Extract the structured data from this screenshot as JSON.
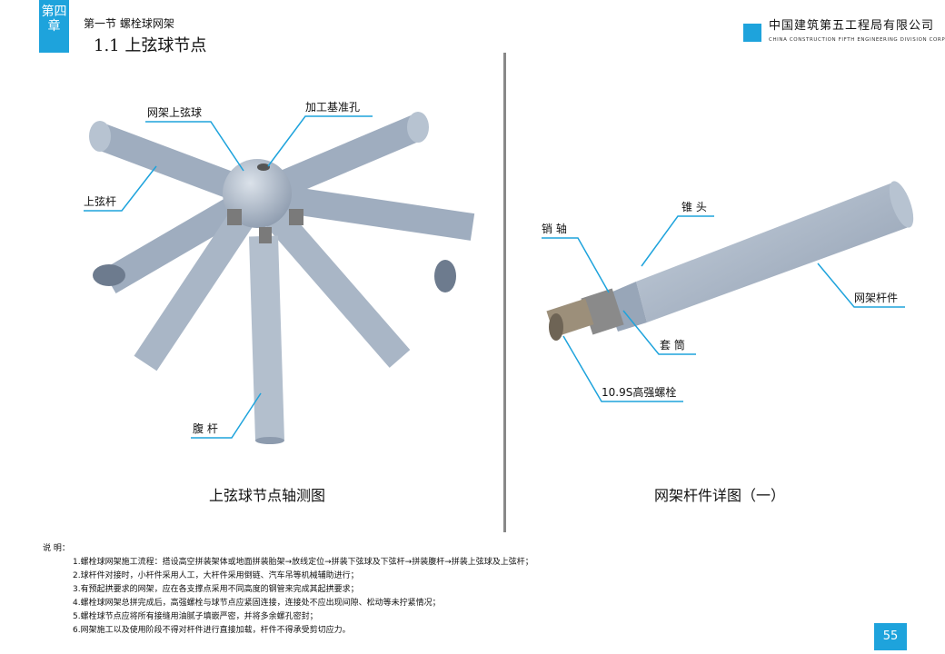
{
  "header": {
    "chapter": "第四章",
    "section": "第一节 螺栓球网架",
    "title": "1.1 上弦球节点",
    "company": "中国建筑第五工程局有限公司",
    "company_en": "CHINA CONSTRUCTION FIFTH ENGINEERING DIVISION CORP.,LTD"
  },
  "left": {
    "labels": {
      "ball": "网架上弦球",
      "hole": "加工基准孔",
      "chord": "上弦杆",
      "web": "腹 杆"
    },
    "caption": "上弦球节点轴测图"
  },
  "right": {
    "labels": {
      "cone": "锥 头",
      "pin": "销 轴",
      "member": "网架杆件",
      "sleeve": "套 筒",
      "bolt": "10.9S高强螺栓"
    },
    "caption": "网架杆件详图（一）"
  },
  "notes": {
    "heading": "说 明：",
    "items": [
      "1.螺栓球网架施工流程：搭设高空拼装架体或地面拼装胎架→放线定位→拼装下弦球及下弦杆→拼装腹杆→拼装上弦球及上弦杆；",
      "2.球杆件对接时，小杆件采用人工，大杆件采用倒链、汽车吊等机械辅助进行；",
      "3.有预起拱要求的网架，应在各支撑点采用不同高度的钢管来完成其起拱要求；",
      "4.螺栓球网架总拼完成后，高强螺栓与球节点应紧固连接，连接处不应出现间隙、松动等未拧紧情况；",
      "5.螺栓球节点应将所有接缝用油腻子填嵌严密，并将多余螺孔密封；",
      "6.网架施工以及使用阶段不得对杆件进行直接加载，杆件不得承受剪切应力。"
    ]
  },
  "page": "55",
  "colors": {
    "accent": "#1ea3dc",
    "steel": "#a9b6c6"
  }
}
